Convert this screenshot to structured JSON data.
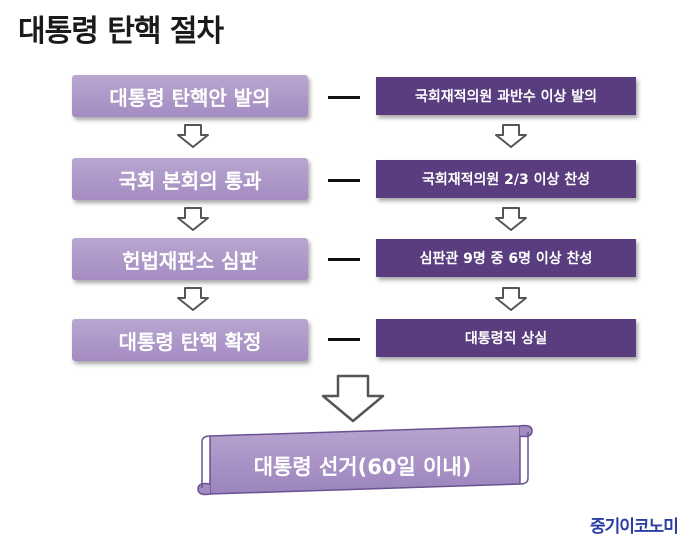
{
  "title": "대통령 탄핵 절차",
  "steps": [
    {
      "label": "대통령 탄핵안 발의",
      "condition": "국회재적의원 과반수 이상 발의"
    },
    {
      "label": "국회 본회의 통과",
      "condition": "국회재적의원 2/3 이상 찬성"
    },
    {
      "label": "헌법재판소 심판",
      "condition": "심판관 9명 중 6명 이상 찬성"
    },
    {
      "label": "대통령 탄핵 확정",
      "condition": "대통령직 상실"
    }
  ],
  "final": {
    "label": "대통령 선거(60일 이내)"
  },
  "brand": "중기이코노미",
  "colors": {
    "left_box": "#a48cc2",
    "right_box": "#5a3d7e",
    "brand": "#2a3fa0"
  },
  "icons": {
    "down_arrow": "outlined-down-arrow-icon",
    "scroll": "scroll-banner-icon"
  }
}
